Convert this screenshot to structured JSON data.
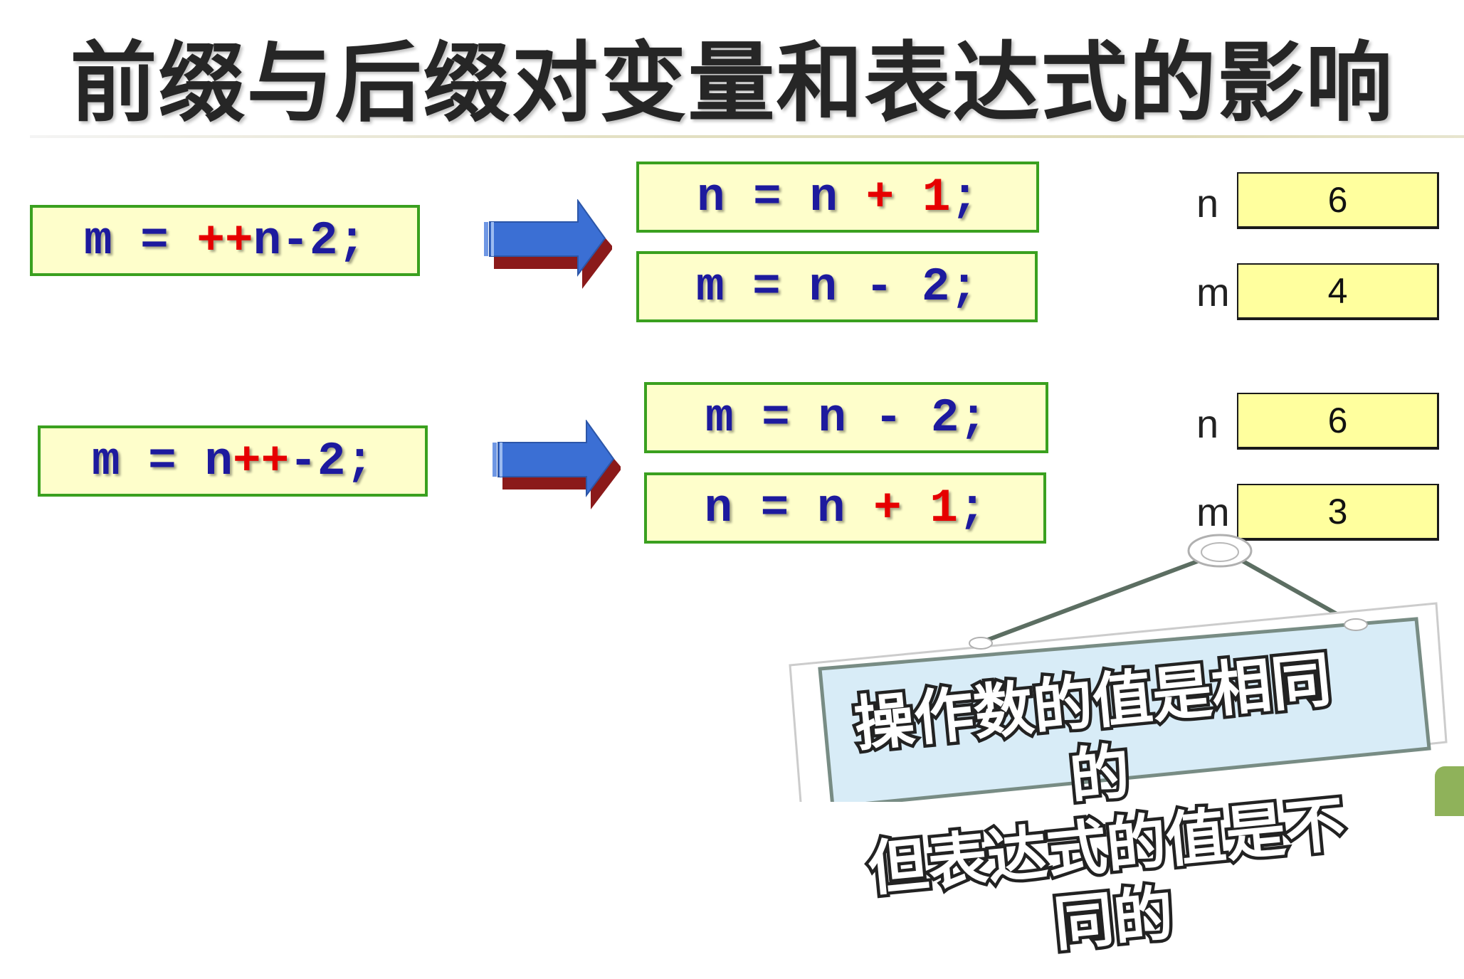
{
  "title": "前缀与后缀对变量和表达式的影响",
  "examples": [
    {
      "source": {
        "var": "m",
        "op": " = ",
        "prefix": "",
        "inc": "++",
        "operand": "n",
        "rest": "-2;"
      },
      "steps": [
        {
          "lhs": "n",
          "eq": " = ",
          "mid": "n ",
          "red": "+ 1",
          "end": ";"
        },
        {
          "lhs": "m",
          "eq": " = ",
          "mid": "n - 2",
          "red": "",
          "end": ";"
        }
      ],
      "values": [
        {
          "label": "n",
          "value": "6"
        },
        {
          "label": "m",
          "value": "4"
        }
      ]
    },
    {
      "source": {
        "var": "m",
        "op": " = ",
        "operand": "n",
        "inc": "++",
        "rest": "-2;"
      },
      "steps": [
        {
          "lhs": "m",
          "eq": " = ",
          "mid": "n - 2",
          "red": "",
          "end": ";"
        },
        {
          "lhs": "n",
          "eq": " = ",
          "mid": "n ",
          "red": "+ 1",
          "end": ";"
        }
      ],
      "values": [
        {
          "label": "n",
          "value": "6"
        },
        {
          "label": "m",
          "value": "3"
        }
      ]
    }
  ],
  "sign": {
    "line1": "操作数的值是相同的",
    "line2": "但表达式的值是不同的"
  },
  "colors": {
    "code_text": "#1d1a9e",
    "code_highlight": "#e60000",
    "box_border": "#3aa01f",
    "box_fill": "#fefecb",
    "value_fill": "#ffff9e",
    "arrow_fill": "#3b6fd4",
    "arrow_shadow": "#8b1a1a",
    "sign_fill": "#d8ecf7"
  },
  "icons": [
    "right-arrow-icon",
    "right-arrow-icon",
    "hanging-sign-icon"
  ]
}
